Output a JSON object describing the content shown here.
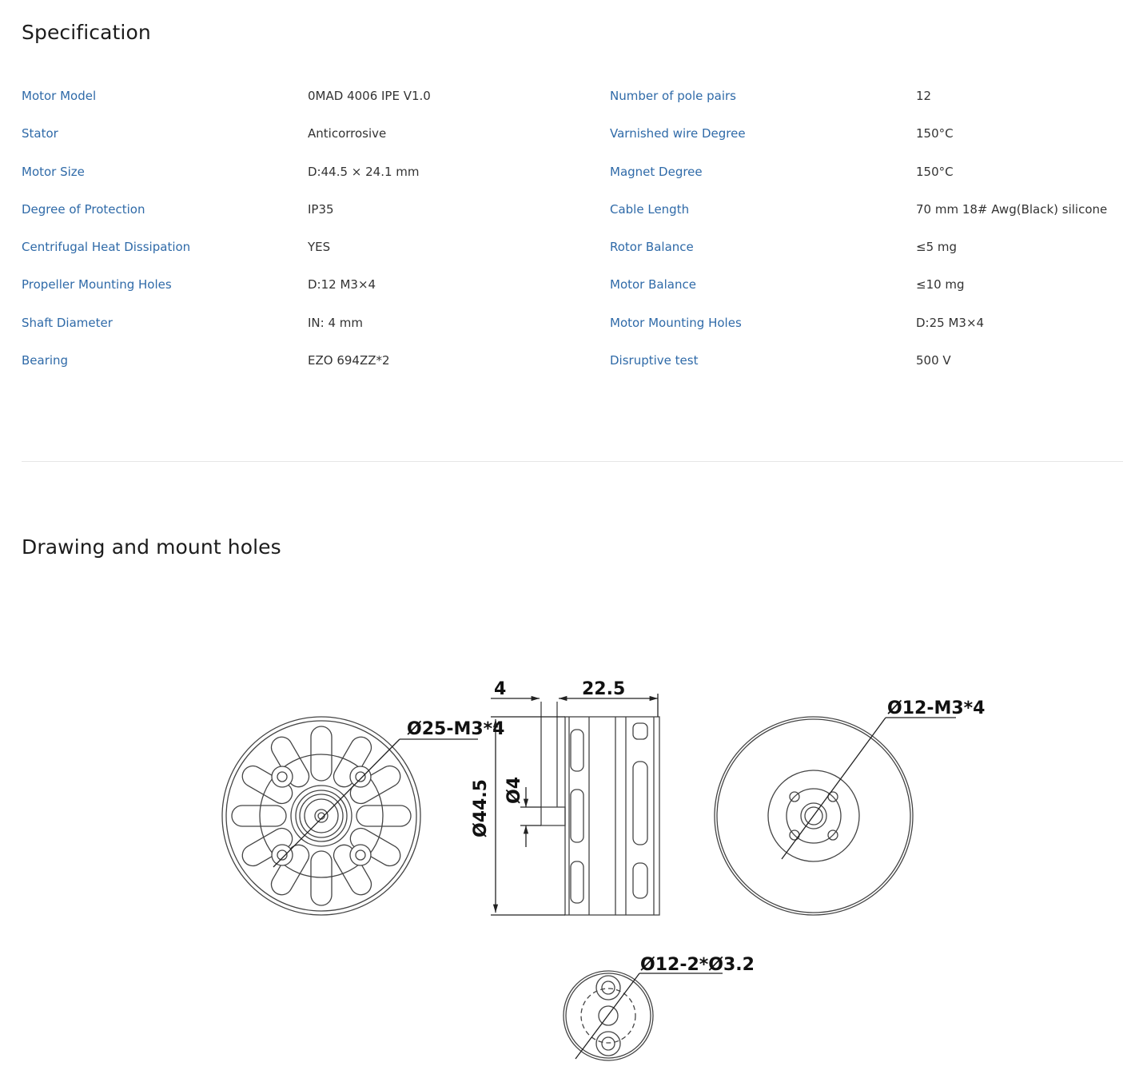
{
  "specification": {
    "title": "Specification",
    "rows": [
      {
        "label_left": "Motor Model",
        "value_left": "0MAD 4006 IPE V1.0",
        "label_right": "Number of pole pairs",
        "value_right": "12"
      },
      {
        "label_left": "Stator",
        "value_left": "Anticorrosive",
        "label_right": "Varnished wire Degree",
        "value_right": "150°C"
      },
      {
        "label_left": "Motor Size",
        "value_left": "D:44.5 × 24.1 mm",
        "label_right": "Magnet Degree",
        "value_right": "150°C"
      },
      {
        "label_left": "Degree of Protection",
        "value_left": "IP35",
        "label_right": "Cable Length",
        "value_right": "70 mm 18# Awg(Black) silicone"
      },
      {
        "label_left": "Centrifugal Heat Dissipation",
        "value_left": "YES",
        "label_right": "Rotor Balance",
        "value_right": "≤5 mg"
      },
      {
        "label_left": "Propeller Mounting Holes",
        "value_left": "D:12 M3×4",
        "label_right": "Motor Balance",
        "value_right": "≤10 mg"
      },
      {
        "label_left": "Shaft Diameter",
        "value_left": "IN: 4 mm",
        "label_right": "Motor Mounting Holes",
        "value_right": "D:25 M3×4"
      },
      {
        "label_left": "Bearing",
        "value_left": "EZO 694ZZ*2",
        "label_right": "Disruptive test",
        "value_right": "500 V"
      }
    ]
  },
  "drawing": {
    "title": "Drawing and mount holes",
    "dimensions": {
      "bottom_mount": "Ø25-M3*4",
      "shaft_length": "4",
      "body_length": "22.5",
      "body_diameter": "Ø44.5",
      "shaft_diameter": "Ø4",
      "prop_mount": "Ø12-M3*4",
      "adapter_holes": "Ø12-2*Ø3.2"
    }
  },
  "colors": {
    "label": "#2f6aa8",
    "value": "#333333",
    "title": "#1c1c1c",
    "divider": "#e6e6e6",
    "drawing_line": "#444444"
  }
}
